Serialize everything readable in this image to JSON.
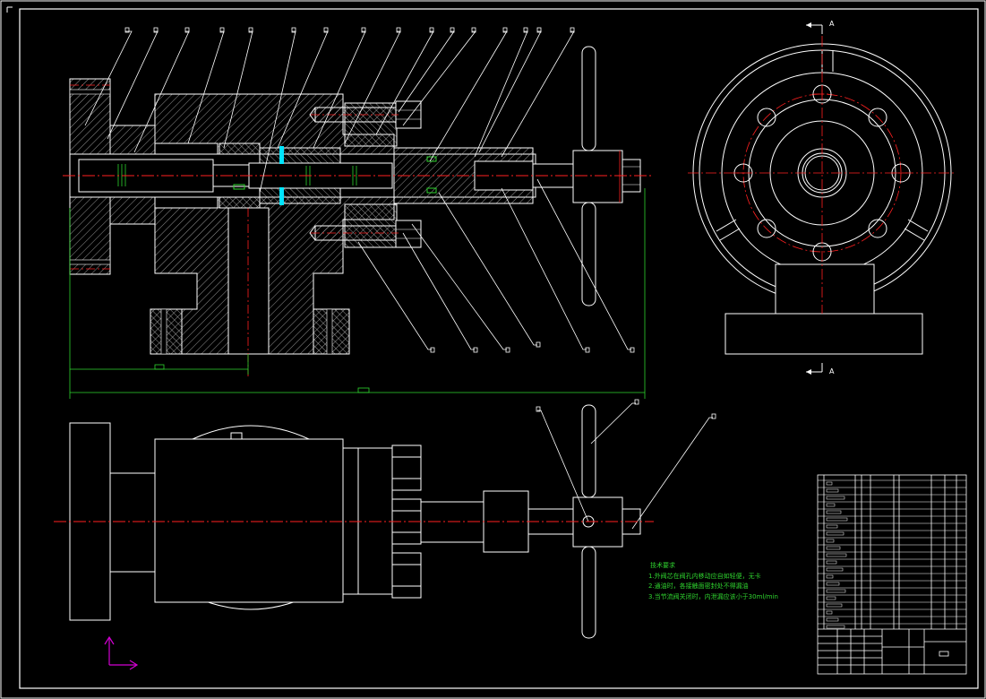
{
  "drawing": {
    "section_marker_top": "A",
    "section_marker_bottom": "A"
  },
  "technical_requirements": {
    "title": "技术要求",
    "items": [
      "1.外阀芯在阀孔内移动应自如轻便，无卡",
      "2.通油时，各接触面密封处不得漏油",
      "3.当节流阀关闭时，内泄漏应该小于30ml/min"
    ]
  },
  "colors": {
    "background": "#000000",
    "outline": "#ffffff",
    "centerline": "#ff2020",
    "hatch": "#c8c8c8",
    "dimension": "#2fd52f",
    "seal": "#00e5ff",
    "ucs": "#d200d2"
  }
}
